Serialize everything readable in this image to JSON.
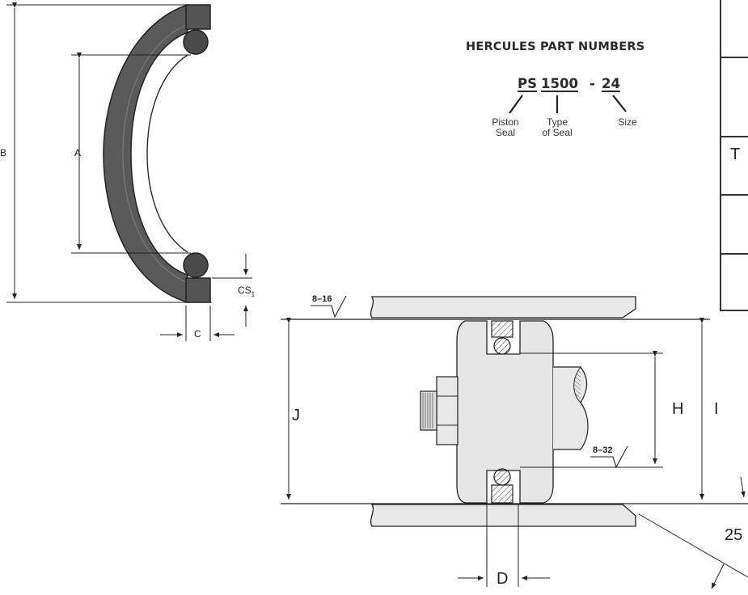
{
  "part_numbers": {
    "title": "HERCULES PART NUMBERS",
    "prefix": "PS",
    "type_code": "1500",
    "dash": "-",
    "size_code": "24",
    "captions": {
      "prefix": [
        "Piston",
        "Seal"
      ],
      "type": [
        "Type",
        "of Seal"
      ],
      "size": "Size"
    }
  },
  "seal_dimensions": {
    "a": "A",
    "b": "B",
    "c": "C",
    "cs": "CS",
    "cs_sub": "1"
  },
  "assembly_dimensions": {
    "d": "D",
    "h": "H",
    "i": "I",
    "j": "J",
    "finish_top": "8–16",
    "finish_rod": "8–32",
    "partial_value": "25"
  },
  "table_partial": {
    "letter": "T"
  },
  "colors": {
    "seal_fill": "#5e5e5e",
    "seal_dark": "#3c3c3c",
    "piston_fill": "#e6e6e6",
    "line": "#222222"
  }
}
